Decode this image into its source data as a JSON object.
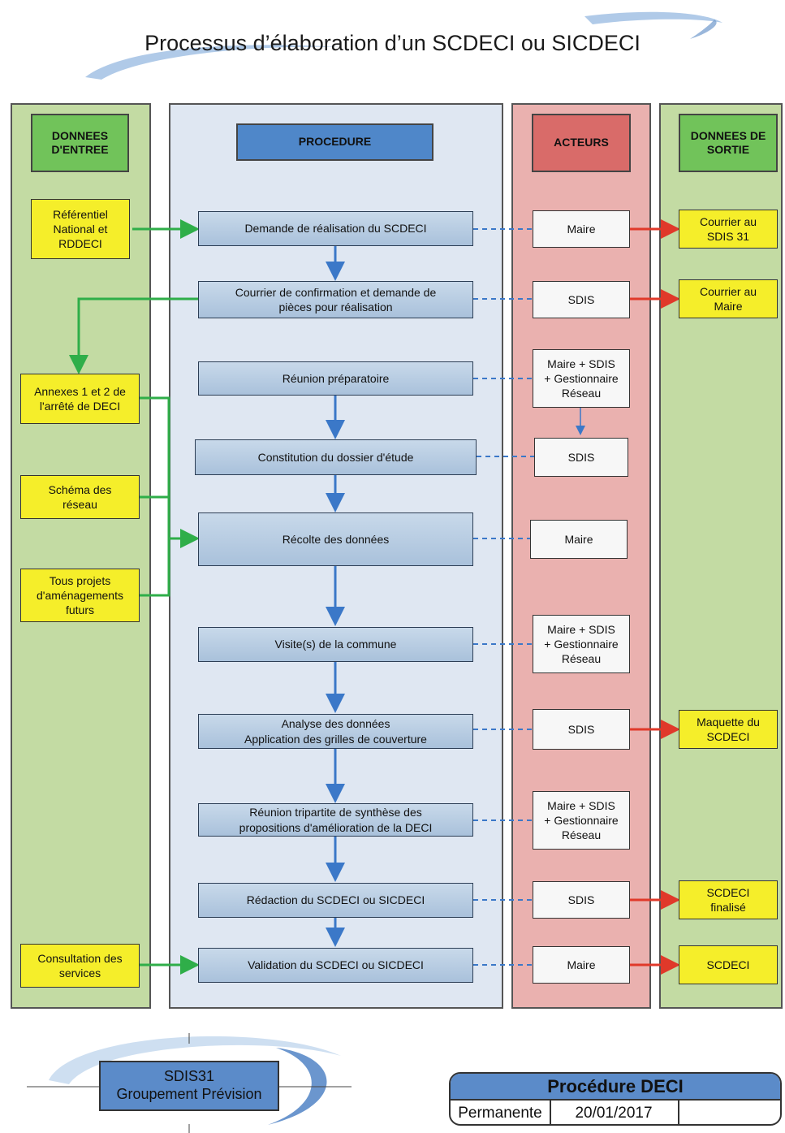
{
  "title": "Processus d’élaboration d’un SCDECI ou SICDECI",
  "headers": {
    "inputs": "DONNEES\nD'ENTREE",
    "procedure": "PROCEDURE",
    "actors": "ACTEURS",
    "outputs": "DONNEES DE\nSORTIE"
  },
  "inputs": [
    "Référentiel\nNational et\nRDDECI",
    "Annexes 1 et 2 de\nl'arrêté de DECI",
    "Schéma des\nréseau",
    "Tous projets\nd'aménagements\nfuturs",
    "Consultation des\nservices"
  ],
  "steps": [
    "Demande de réalisation du SCDECI",
    "Courrier de confirmation et demande de\npièces pour réalisation",
    "Réunion préparatoire",
    "Constitution du dossier d'étude",
    "Récolte des données",
    "Visite(s) de la commune",
    "Analyse des données\nApplication des grilles de couverture",
    "Réunion tripartite de synthèse des\npropositions d'amélioration de la DECI",
    "Rédaction du SCDECI ou SICDECI",
    "Validation du SCDECI ou SICDECI"
  ],
  "actors": [
    "Maire",
    "SDIS",
    "Maire + SDIS\n+ Gestionnaire\nRéseau",
    "SDIS",
    "Maire",
    "Maire + SDIS\n+ Gestionnaire\nRéseau",
    "SDIS",
    "Maire + SDIS\n+ Gestionnaire\nRéseau",
    "SDIS",
    "Maire"
  ],
  "outputs": [
    "Courrier au\nSDIS 31",
    "Courrier au\nMaire",
    "Maquette du\nSCDECI",
    "SCDECI\nfinalisé",
    "SCDECI"
  ],
  "footer": {
    "logo_label": "SDIS31\nGroupement Prévision",
    "stamp_title": "Procédure DECI",
    "stamp_type": "Permanente",
    "stamp_date": "20/01/2017",
    "stamp_extra": ""
  },
  "colors": {
    "input_arrow": "#2fae49",
    "output_arrow": "#e0392a",
    "flow_arrow": "#3b78c8",
    "dash": "#3b78c8"
  }
}
